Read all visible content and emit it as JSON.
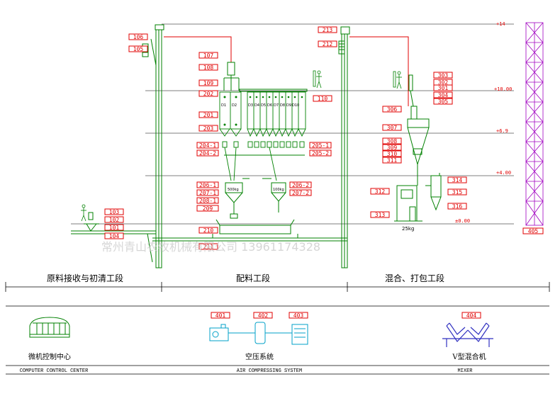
{
  "levels": [
    "+14",
    "+10.00",
    "+6.9",
    "+4.00",
    "±0.00"
  ],
  "tags_left": [
    "106",
    "105",
    "103",
    "102",
    "101",
    "104",
    "210",
    "211"
  ],
  "tags_mid": [
    "107",
    "108",
    "109",
    "202",
    "201",
    "203",
    "204-1",
    "204-2",
    "206-1",
    "207-1",
    "208-1",
    "209",
    "110",
    "205-1",
    "205-2",
    "206-2",
    "207-2"
  ],
  "tags_right": [
    "213",
    "212",
    "303",
    "302",
    "301",
    "304",
    "305",
    "306",
    "307",
    "308",
    "309",
    "310",
    "311",
    "312",
    "313",
    "314",
    "315",
    "316",
    "405"
  ],
  "bin_labels": [
    "D1",
    "D2",
    "D3",
    "D4",
    "D5",
    "D6",
    "D7",
    "D8",
    "D9",
    "D10"
  ],
  "scale_labels": [
    "500kg",
    "100kg"
  ],
  "bag_weight": "25kg",
  "sections": {
    "raw": "原料接收与初清工段",
    "batch": "配料工段",
    "mix": "混合、打包工段"
  },
  "equipment": {
    "computer_cn": "微机控制中心",
    "computer_en": "COMPUTER CONTROL CENTER",
    "air_tags": [
      "401",
      "402",
      "403"
    ],
    "air_cn": "空压系统",
    "air_en": "AIR COMPRESSING SYSTEM",
    "mixer_tag": "404",
    "mixer_cn": "V型混合机",
    "mixer_en": "MIXER"
  },
  "watermark": "常州青山农牧机械有限公司 13961174328"
}
